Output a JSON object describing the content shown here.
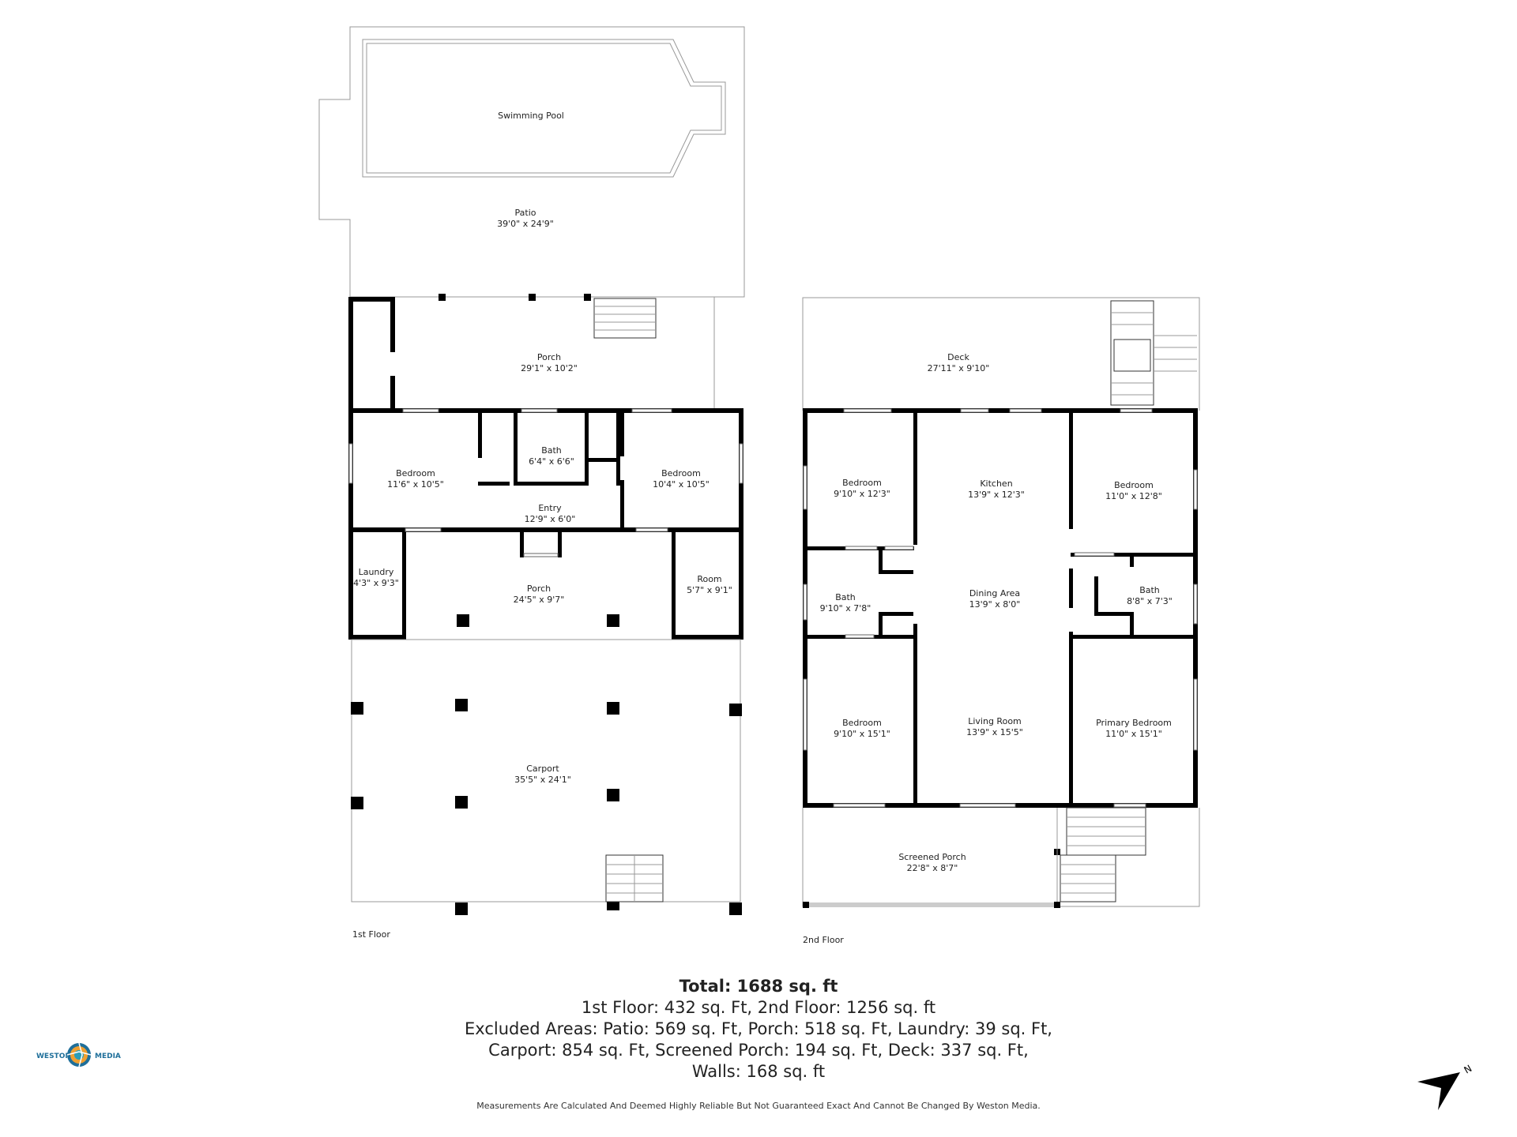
{
  "rooms_first": [
    {
      "name": "Swimming Pool",
      "dims": ""
    },
    {
      "name": "Patio",
      "dims": "39'0\" x 24'9\""
    },
    {
      "name": "Porch",
      "dims": "29'1\" x 10'2\""
    },
    {
      "name": "Bedroom",
      "dims": "11'6\" x 10'5\""
    },
    {
      "name": "Bath",
      "dims": "6'4\" x 6'6\""
    },
    {
      "name": "Bedroom",
      "dims": "10'4\" x 10'5\""
    },
    {
      "name": "Entry",
      "dims": "12'9\" x 6'0\""
    },
    {
      "name": "Laundry",
      "dims": "4'3\" x 9'3\""
    },
    {
      "name": "Porch",
      "dims": "24'5\" x 9'7\""
    },
    {
      "name": "Room",
      "dims": "5'7\" x 9'1\""
    },
    {
      "name": "Carport",
      "dims": "35'5\" x 24'1\""
    }
  ],
  "rooms_second": [
    {
      "name": "Deck",
      "dims": "27'11\" x 9'10\""
    },
    {
      "name": "Bedroom",
      "dims": "9'10\" x 12'3\""
    },
    {
      "name": "Kitchen",
      "dims": "13'9\" x 12'3\""
    },
    {
      "name": "Bedroom",
      "dims": "11'0\" x 12'8\""
    },
    {
      "name": "Dining Area",
      "dims": "13'9\" x 8'0\""
    },
    {
      "name": "Bath",
      "dims": "9'10\" x 7'8\""
    },
    {
      "name": "Bath",
      "dims": "8'8\" x 7'3\""
    },
    {
      "name": "Bedroom",
      "dims": "9'10\" x 15'1\""
    },
    {
      "name": "Living Room",
      "dims": "13'9\" x 15'5\""
    },
    {
      "name": "Primary Bedroom",
      "dims": "11'0\" x 15'1\""
    },
    {
      "name": "Screened Porch",
      "dims": "22'8\" x 8'7\""
    }
  ],
  "floor_labels": {
    "first": "1st Floor",
    "second": "2nd Floor"
  },
  "summary": {
    "total": "Total: 1688 sq. ft",
    "line1": "1st Floor: 432 sq. Ft, 2nd Floor: 1256 sq. ft",
    "line2": "Excluded Areas: Patio: 569 sq. Ft, Porch: 518 sq. Ft, Laundry: 39 sq. Ft,",
    "line3": "Carport: 854 sq. Ft, Screened Porch: 194 sq. Ft, Deck: 337 sq. Ft,",
    "line4": "Walls: 168 sq. ft"
  },
  "disclaimer": "Measurements Are Calculated And Deemed Highly Reliable But Not Guaranteed Exact And Cannot Be Changed By Weston Media.",
  "logo": {
    "left": "WESTON",
    "right": "MEDIA",
    "color": "#1f6f9a"
  },
  "compass": {
    "label": "N",
    "icon": "north-arrow-icon"
  }
}
